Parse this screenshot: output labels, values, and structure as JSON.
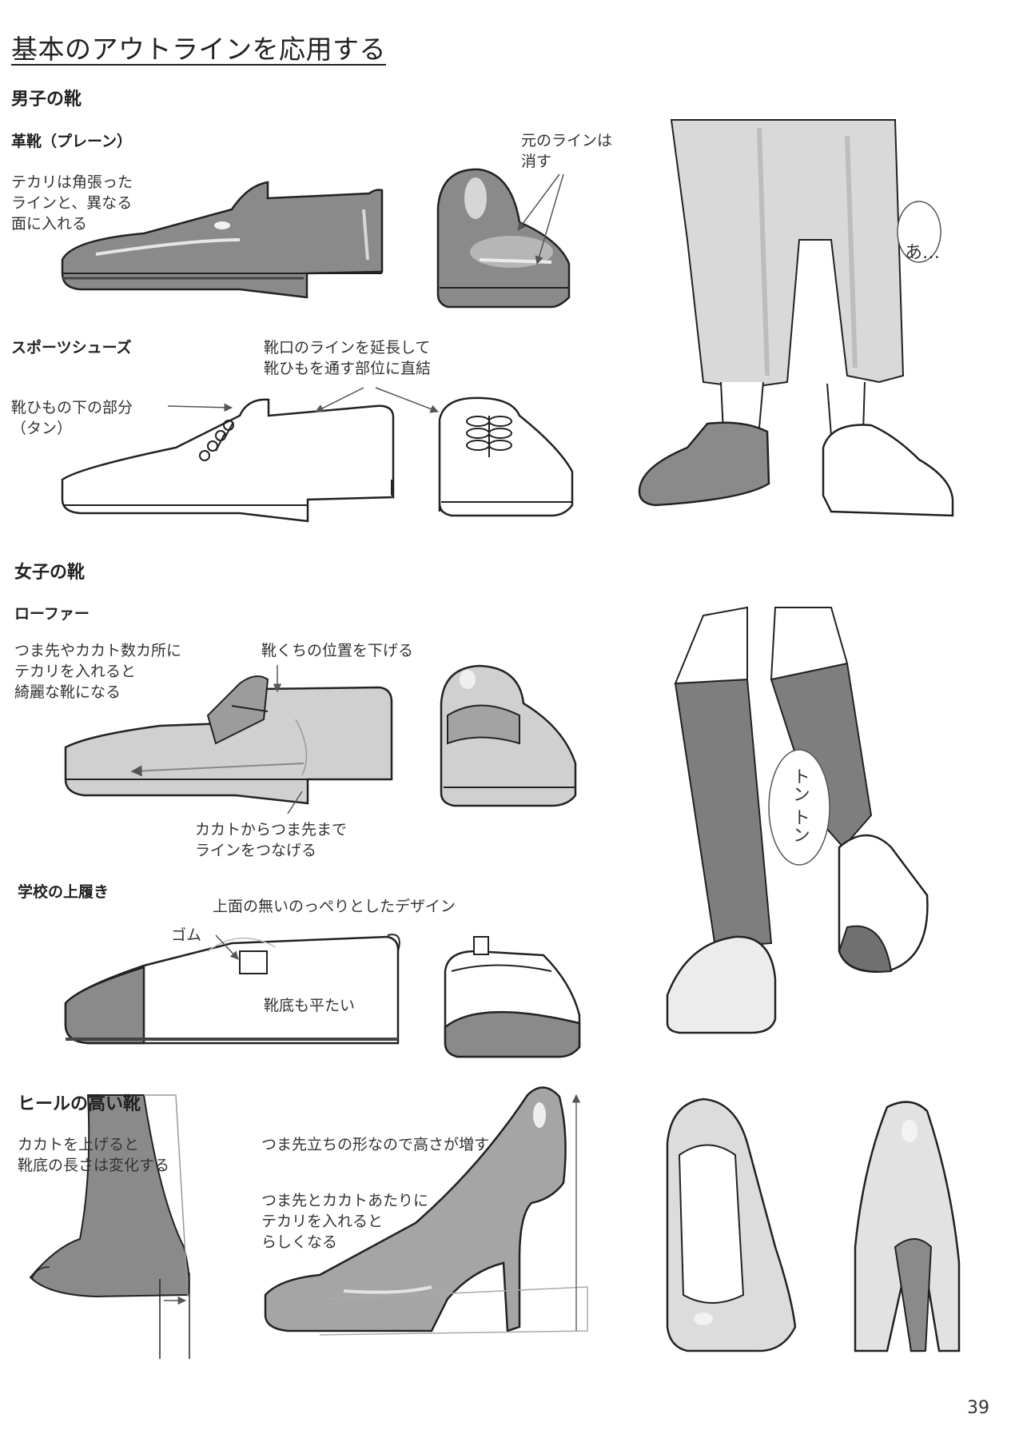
{
  "page": {
    "title": "基本のアウトラインを応用する",
    "page_number": "39"
  },
  "mens": {
    "heading": "男子の靴",
    "leather": {
      "label": "革靴（プレーン）",
      "note_shine": "テカリは角張った\nラインと、異なる\n面に入れる",
      "note_line": "元のラインは\n消す"
    },
    "sports": {
      "label": "スポーツシューズ",
      "note_tongue": "靴ひもの下の部分\n（タン）",
      "note_extend": "靴口のラインを延長して\n靴ひもを通す部位に直結"
    },
    "speech": "あ…"
  },
  "womens": {
    "heading": "女子の靴",
    "loafer": {
      "label": "ローファー",
      "note_shine": "つま先やカカト数カ所に\nテカリを入れると\n綺麗な靴になる",
      "note_lower": "靴くちの位置を下げる",
      "note_connect": "カカトからつま先まで\nラインをつなげる"
    },
    "uwabaki": {
      "label": "学校の上履き",
      "note_flat_top": "上面の無いのっぺりとしたデザイン",
      "note_rubber": "ゴム",
      "note_sole": "靴底も平たい"
    },
    "speech": "トン トン"
  },
  "heels": {
    "heading": "ヒールの高い靴",
    "note_length": "カカトを上げると\n靴底の長さは変化する",
    "note_height": "つま先立ちの形なので高さが増す",
    "note_shine": "つま先とカカトあたりに\nテカリを入れると\nらしくなる"
  }
}
